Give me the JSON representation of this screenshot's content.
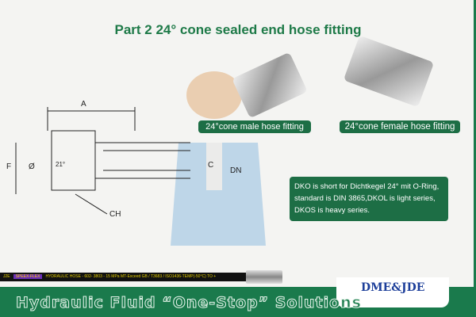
{
  "title": "Part 2  24° cone sealed end hose fitting",
  "labels": {
    "male": "24°cone male hose fitting",
    "female": "24°cone female hose fitting"
  },
  "info": [
    "DKO is short for Dichtkegel 24° mit O-Ring,",
    "standard is DIN 3865,DKOL is light series,",
    "DKOS is heavy series."
  ],
  "diagram": {
    "a": "A",
    "f": "F",
    "dia": "Ø",
    "angle": "21°",
    "c": "C",
    "dn": "DN",
    "ch": "CH"
  },
  "hose": {
    "prefix": "J2E",
    "brand": "SPEEX-FLEX",
    "print": "HYDRAULIC HOSE - 602- 3803 - 15 MPa  MT-Exceed GB / T3683 / ISO1436-TEMP(-50°C) TO +"
  },
  "footer": {
    "slogan": "Hydraulic Fluid  “One-Stop” Solutions",
    "logo": "DME&JDE"
  },
  "colors": {
    "green": "#1d6e45"
  }
}
